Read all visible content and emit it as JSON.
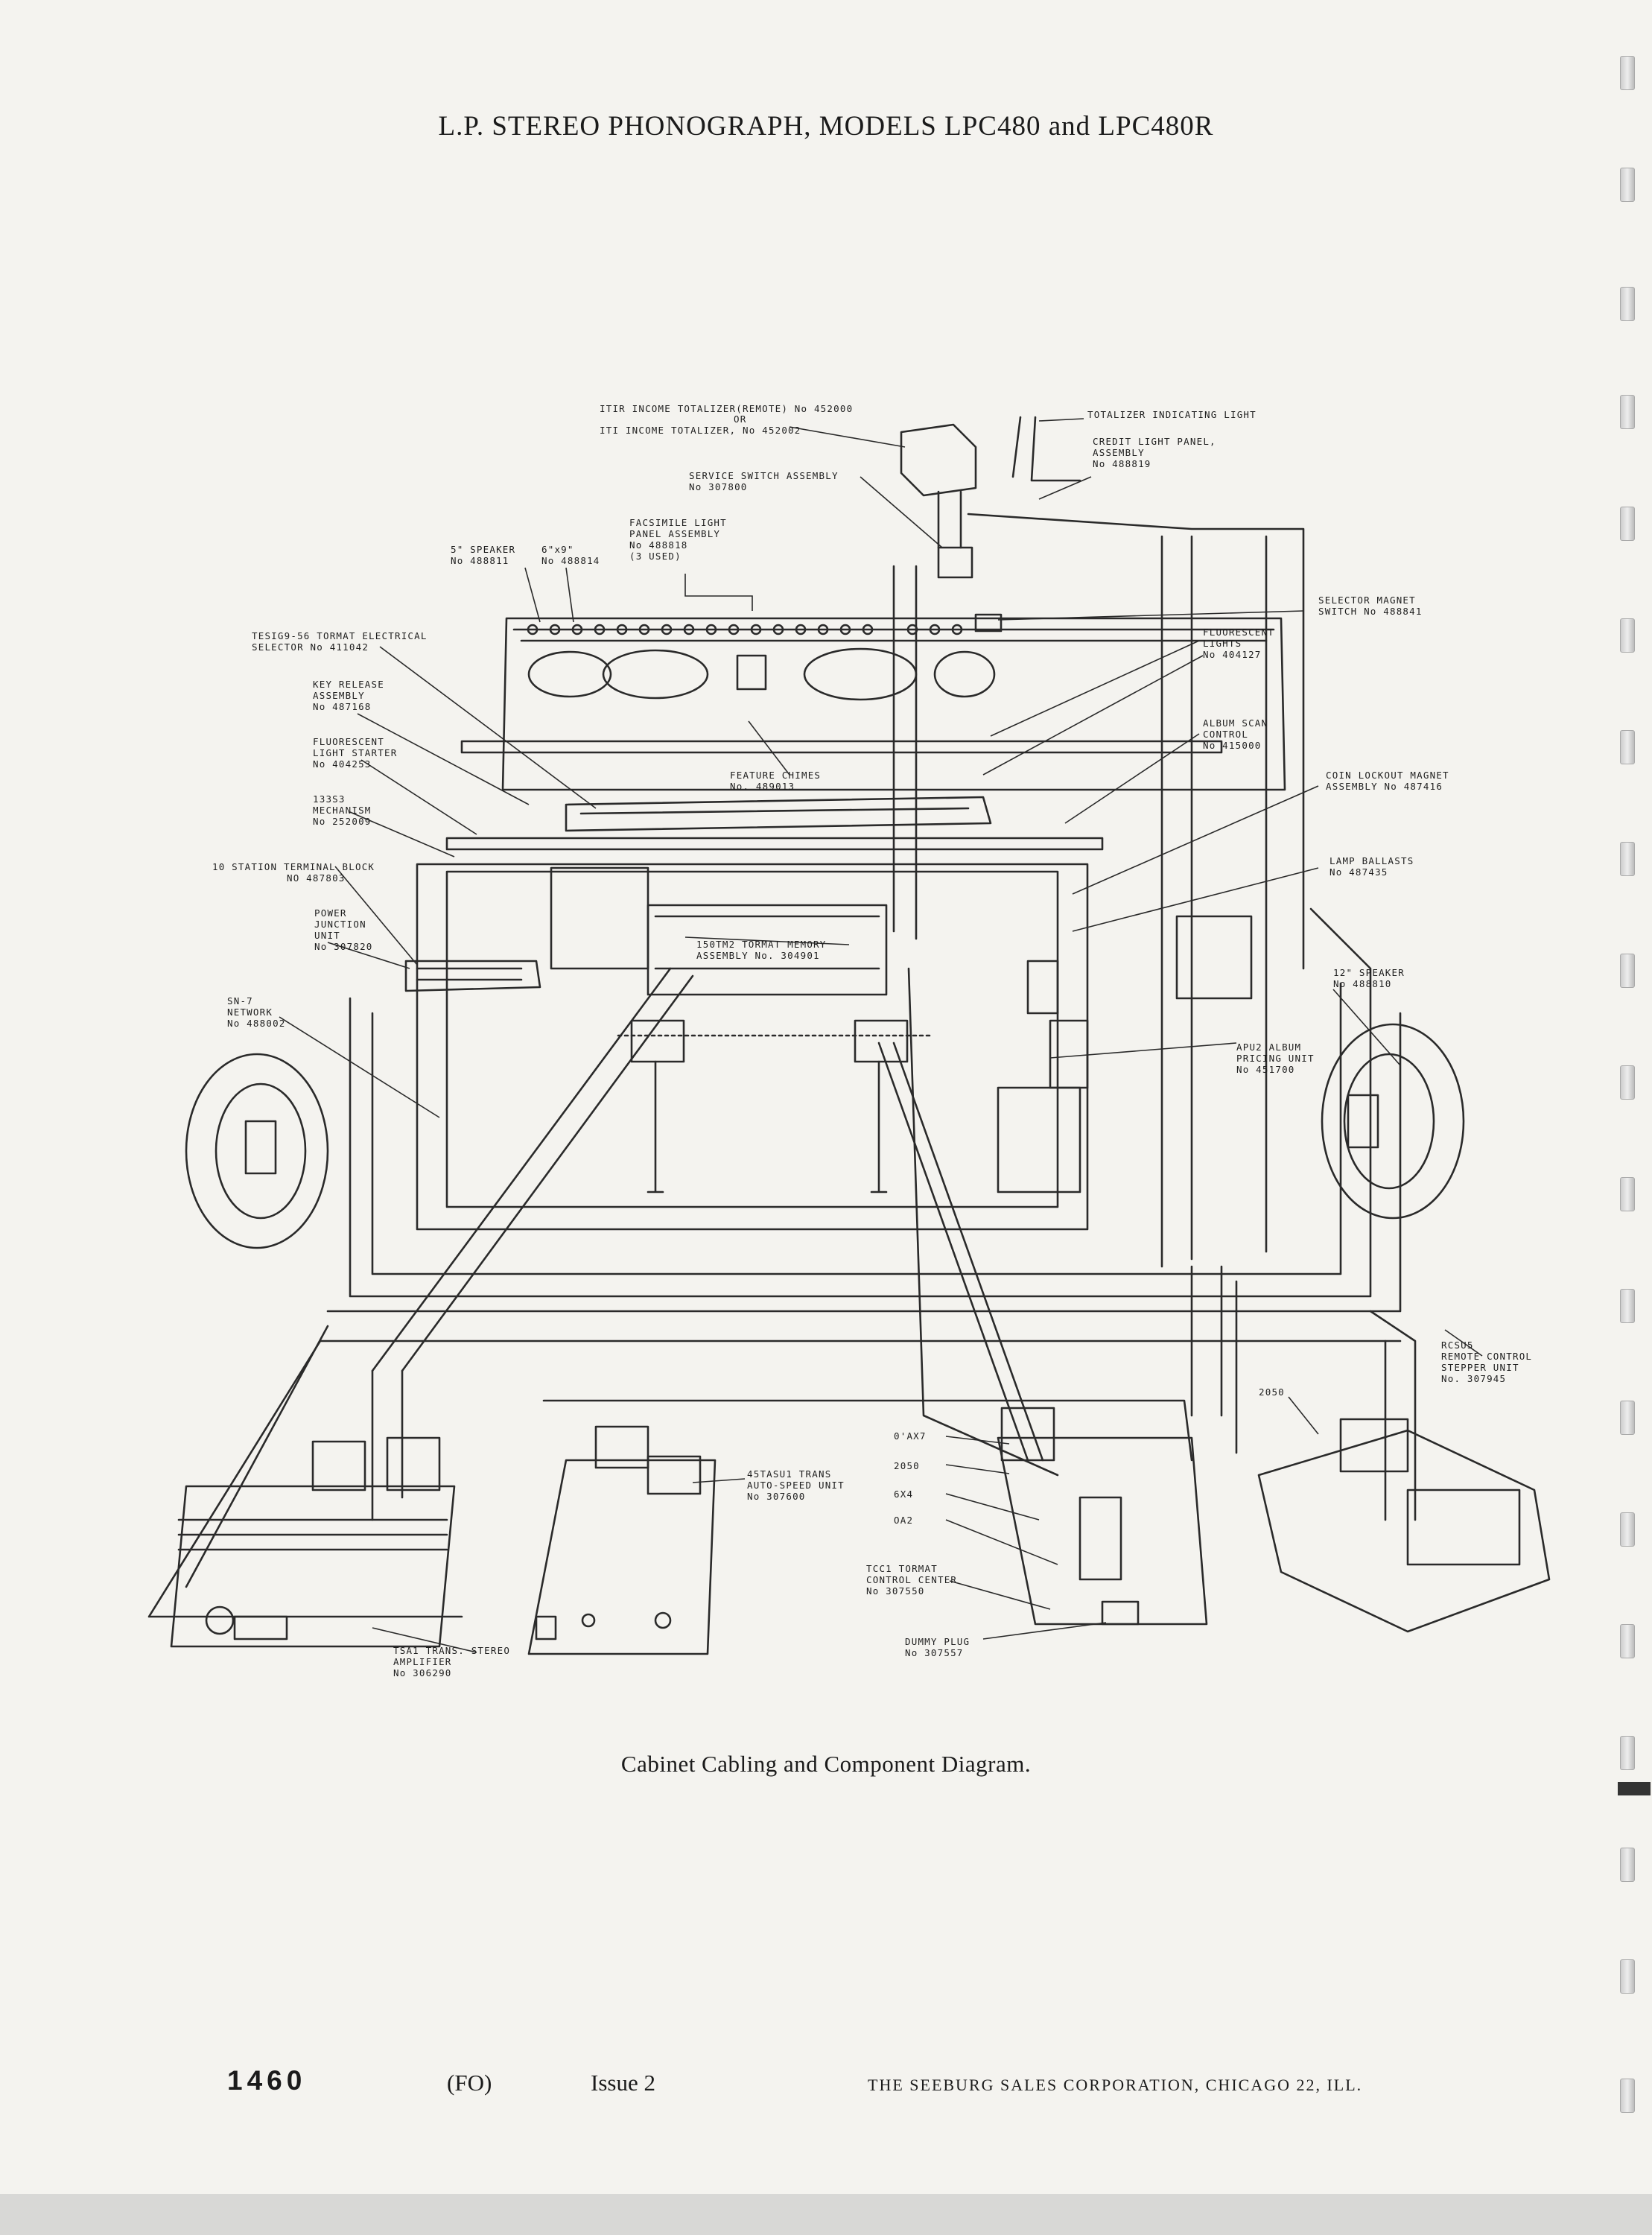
{
  "header": {
    "title": "L.P. STEREO PHONOGRAPH, MODELS LPC480 and LPC480R"
  },
  "diagram": {
    "caption": "Cabinet Cabling and Component Diagram.",
    "labels": {
      "itr_totalizer": "ITIR INCOME TOTALIZER(REMOTE) No 452000",
      "or": "OR",
      "iti_totalizer": "ITI INCOME TOTALIZER, No 452002",
      "totalizer_light": "TOTALIZER INDICATING LIGHT",
      "credit_panel_1": "CREDIT LIGHT PANEL,",
      "credit_panel_2": "ASSEMBLY",
      "credit_panel_3": "No 488819",
      "service_switch_1": "SERVICE SWITCH ASSEMBLY",
      "service_switch_2": "No 307800",
      "facsimile_1": "FACSIMILE LIGHT",
      "facsimile_2": "PANEL ASSEMBLY",
      "facsimile_3": "No 488818",
      "facsimile_4": "(3 USED)",
      "spk5_1": "5\" SPEAKER",
      "spk5_2": "No 488811",
      "spk69_1": "6\"x9\"",
      "spk69_2": "No 488814",
      "selector_magnet_1": "SELECTOR MAGNET",
      "selector_magnet_2": "SWITCH No 488841",
      "tesig_1": "TESIG9-56 TORMAT ELECTRICAL",
      "tesig_2": "SELECTOR No 411042",
      "fluor_lights_1": "FLUORESCENT",
      "fluor_lights_2": "LIGHTS",
      "fluor_lights_3": "No 404127",
      "key_release_1": "KEY RELEASE",
      "key_release_2": "ASSEMBLY",
      "key_release_3": "No 487168",
      "album_scan_1": "ALBUM SCAN",
      "album_scan_2": "CONTROL",
      "album_scan_3": "No 415000",
      "fluor_starter_1": "FLUORESCENT",
      "fluor_starter_2": "LIGHT STARTER",
      "fluor_starter_3": "No 404253",
      "chimes_1": "FEATURE CHIMES",
      "chimes_2": "No. 489013",
      "coin_lockout_1": "COIN LOCKOUT MAGNET",
      "coin_lockout_2": "ASSEMBLY  No 487416",
      "mech_1": "133S3",
      "mech_2": "MECHANISM",
      "mech_3": "No 252009",
      "terminal_1": "10 STATION TERMINAL BLOCK",
      "terminal_2": "NO 487803",
      "lamp_ballasts_1": "LAMP BALLASTS",
      "lamp_ballasts_2": "No 487435",
      "power_1": "POWER",
      "power_2": "JUNCTION",
      "power_3": "UNIT",
      "power_4": "No 307820",
      "memory_1": "150TM2 TORMAT MEMORY",
      "memory_2": "ASSEMBLY No. 304901",
      "spk12_1": "12\" SPEAKER",
      "spk12_2": "No 488810",
      "sn_1": "SN-7",
      "sn_2": "NETWORK",
      "sn_3": "No 488002",
      "apu_1": "APU2 ALBUM",
      "apu_2": "PRICING UNIT",
      "apu_3": "No 451700",
      "rcsu_1": "RCSU5",
      "rcsu_2": "REMOTE CONTROL",
      "rcsu_3": "STEPPER UNIT",
      "rcsu_4": "No. 307945",
      "tube_2050a": "2050",
      "tube_0ax7": "0'AX7",
      "tube_2050b": "2050",
      "tube_6x4": "6X4",
      "tube_0a2": "OA2",
      "trans_1": "45TASU1 TRANS",
      "trans_2": "AUTO-SPEED UNIT",
      "trans_3": "No 307600",
      "tcc_1": "TCC1 TORMAT",
      "tcc_2": "CONTROL CENTER",
      "tcc_3": "No 307550",
      "dummy_1": "DUMMY PLUG",
      "dummy_2": "No 307557",
      "tsa_1": "TSA1 TRANS. STEREO",
      "tsa_2": "AMPLIFIER",
      "tsa_3": "No 306290"
    }
  },
  "footer": {
    "page_number": "1460",
    "code": "(FO)",
    "issue": "Issue 2",
    "corporation": "THE SEEBURG SALES CORPORATION, CHICAGO 22, ILL."
  }
}
